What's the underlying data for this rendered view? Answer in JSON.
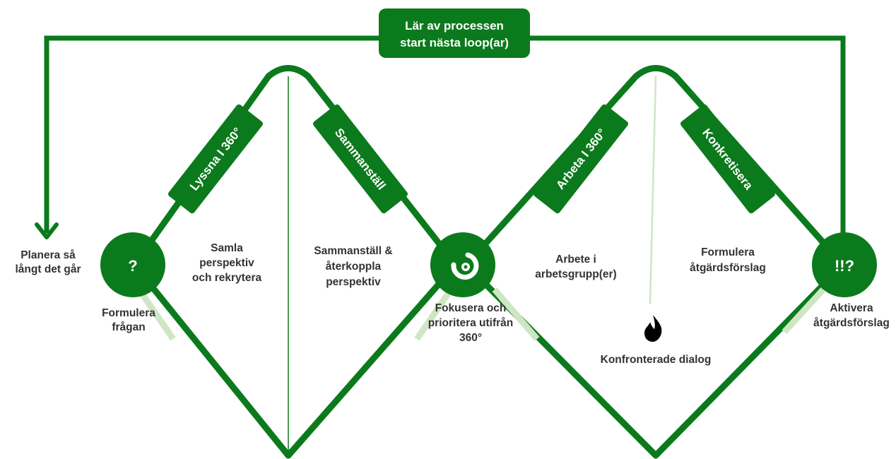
{
  "colors": {
    "green": "#0b7a1c",
    "light_green": "#cfe6c4",
    "text": "#333333"
  },
  "banner": {
    "line1": "Lär av processen",
    "line2": "start nästa loop(ar)"
  },
  "bands": {
    "lyssna": "Lyssna I 360°",
    "sammanstall": "Sammanställ",
    "arbeta": "Arbeta I 360°",
    "konkretisera": "Konkretisera"
  },
  "nodes": {
    "start_symbol": "?",
    "end_symbol": "!!?",
    "middle_icon": "spiral-icon",
    "dialog_icon": "flame-icon"
  },
  "labels": {
    "planera": [
      "Planera så",
      "långt det går"
    ],
    "formulera_fragan": [
      "Formulera",
      "frågan"
    ],
    "samla": [
      "Samla",
      "perspektiv",
      "och rekrytera"
    ],
    "sammanstall_aterkoppla": [
      "Sammanställ &",
      "återkoppla",
      "perspektiv"
    ],
    "fokusera": [
      "Fokusera och",
      "prioritera utifrån",
      "360°"
    ],
    "arbete": [
      "Arbete i",
      "arbetsgrupp(er)"
    ],
    "formulera_atgard": [
      "Formulera",
      "åtgärdsförslag"
    ],
    "konfronterade": "Konfronterade dialog",
    "aktivera": [
      "Aktivera",
      "åtgärdsförslag"
    ]
  }
}
